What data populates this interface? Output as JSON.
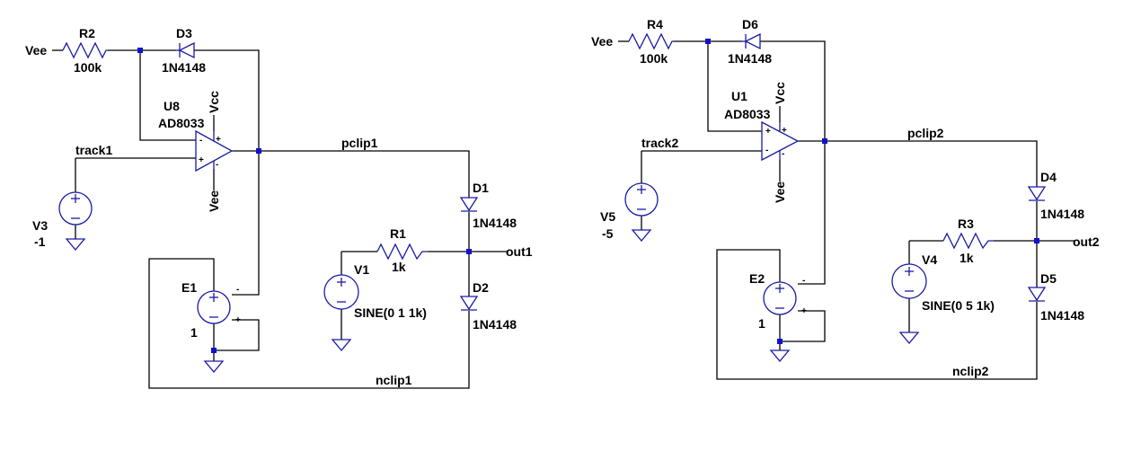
{
  "circuits": [
    {
      "supply_label": "Vee",
      "resistor_ref": {
        "name": "R2",
        "value": "100k"
      },
      "feedback_diode": {
        "name": "D3",
        "model": "1N4148"
      },
      "opamp": {
        "name": "U8",
        "model": "AD8033",
        "vcc_label": "Vcc",
        "vee_label": "Vee",
        "plus_pin": "+",
        "minus_pin": "-",
        "sup_plus": "+",
        "sup_minus": "-"
      },
      "input_net": "track1",
      "track_source": {
        "name": "V3",
        "value": "-1"
      },
      "output_net": "pclip1",
      "neg_net": "nclip1",
      "out_net": "out1",
      "upper_diode": {
        "name": "D1",
        "model": "1N4148"
      },
      "lower_diode": {
        "name": "D2",
        "model": "1N4148"
      },
      "series_resistor": {
        "name": "R1",
        "value": "1k"
      },
      "signal_source": {
        "name": "V1",
        "value": "SINE(0 1 1k)"
      },
      "vcvs": {
        "name": "E1",
        "gain": "1",
        "plus": "+",
        "minus": "-",
        "ctrl_plus": "+",
        "ctrl_minus": "-"
      }
    },
    {
      "supply_label": "Vee",
      "resistor_ref": {
        "name": "R4",
        "value": "100k"
      },
      "feedback_diode": {
        "name": "D6",
        "model": "1N4148"
      },
      "opamp": {
        "name": "U1",
        "model": "AD8033",
        "vcc_label": "Vcc",
        "vee_label": "Vee",
        "plus_pin": "+",
        "minus_pin": "-",
        "sup_plus": "+",
        "sup_minus": "-"
      },
      "input_net": "track2",
      "track_source": {
        "name": "V5",
        "value": "-5"
      },
      "output_net": "pclip2",
      "neg_net": "nclip2",
      "out_net": "out2",
      "upper_diode": {
        "name": "D4",
        "model": "1N4148"
      },
      "lower_diode": {
        "name": "D5",
        "model": "1N4148"
      },
      "series_resistor": {
        "name": "R3",
        "value": "1k"
      },
      "signal_source": {
        "name": "V4",
        "value": "SINE(0 5 1k)"
      },
      "vcvs": {
        "name": "E2",
        "gain": "1",
        "plus": "+",
        "minus": "-",
        "ctrl_plus": "+",
        "ctrl_minus": "-"
      }
    }
  ],
  "colors": {
    "wire": "#000000",
    "component": "#1a1aa6",
    "junction": "#1010d0"
  }
}
